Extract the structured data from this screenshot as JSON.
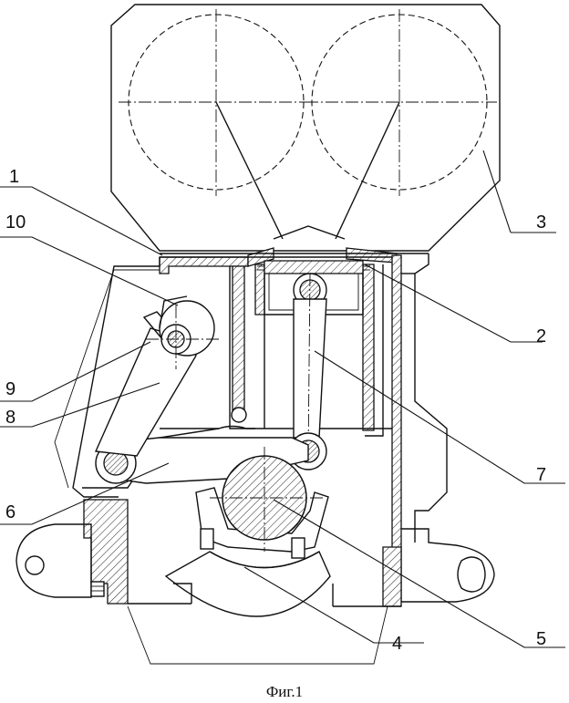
{
  "figure": {
    "caption": "Фиг.1"
  },
  "callouts": [
    {
      "id": "1",
      "text": "1"
    },
    {
      "id": "2",
      "text": "2"
    },
    {
      "id": "3",
      "text": "3"
    },
    {
      "id": "4",
      "text": "4"
    },
    {
      "id": "5",
      "text": "5"
    },
    {
      "id": "6",
      "text": "6"
    },
    {
      "id": "7",
      "text": "7"
    },
    {
      "id": "8",
      "text": "8"
    },
    {
      "id": "9",
      "text": "9"
    },
    {
      "id": "10",
      "text": "10"
    }
  ]
}
